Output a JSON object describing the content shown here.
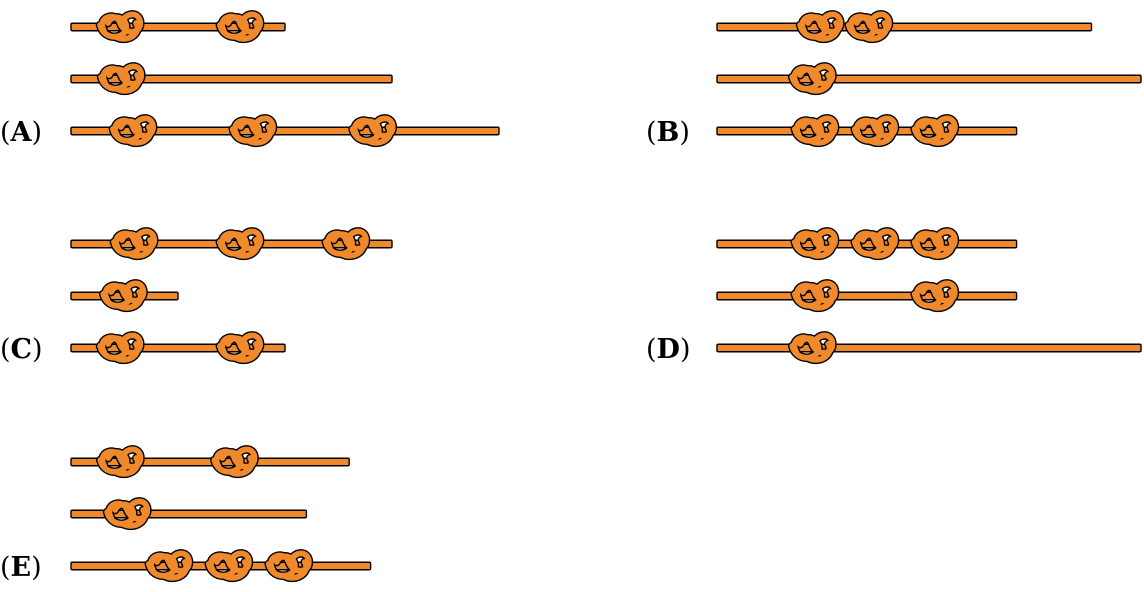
{
  "colors": {
    "rope": "#f0892b",
    "outline": "#000000"
  },
  "figure": {
    "options": [
      {
        "letter": "A",
        "ropes": [
          {
            "length": 2,
            "knots": [
              0.22,
              0.78
            ]
          },
          {
            "length": 3,
            "knots": [
              0.15
            ]
          },
          {
            "length": 4,
            "knots": [
              0.14,
              0.42,
              0.7
            ]
          }
        ]
      },
      {
        "letter": "B",
        "ropes": [
          {
            "length": 3.5,
            "knots": [
              0.27,
              0.4
            ]
          },
          {
            "length": 4.3,
            "knots": [
              0.22
            ]
          },
          {
            "length": 2.8,
            "knots": [
              0.32,
              0.52,
              0.72
            ]
          }
        ]
      },
      {
        "letter": "C",
        "ropes": [
          {
            "length": 3,
            "knots": [
              0.19,
              0.52,
              0.85
            ]
          },
          {
            "length": 1,
            "knots": [
              0.47
            ]
          },
          {
            "length": 2,
            "knots": [
              0.22,
              0.78
            ]
          }
        ]
      },
      {
        "letter": "D",
        "ropes": [
          {
            "length": 2.8,
            "knots": [
              0.32,
              0.52,
              0.72
            ]
          },
          {
            "length": 2.8,
            "knots": [
              0.32,
              0.72
            ]
          },
          {
            "length": 4.3,
            "knots": [
              0.22
            ]
          }
        ]
      },
      {
        "letter": "E",
        "ropes": [
          {
            "length": 2.6,
            "knots": [
              0.17,
              0.58
            ]
          },
          {
            "length": 2.2,
            "knots": [
              0.23
            ]
          },
          {
            "length": 2.8,
            "knots": [
              0.32,
              0.52,
              0.72
            ]
          }
        ]
      }
    ]
  }
}
